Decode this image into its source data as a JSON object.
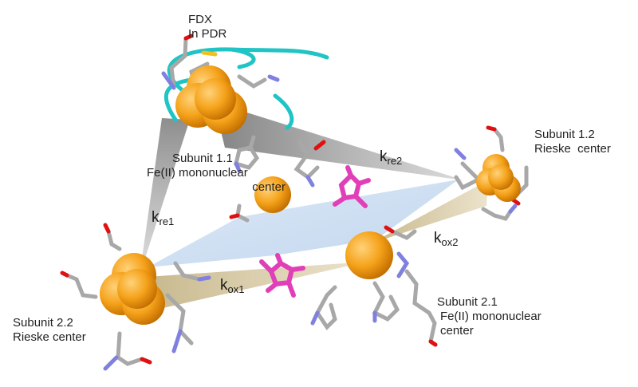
{
  "colors": {
    "iron_sphere": "#f5a21a",
    "iron_sphere_dark": "#d97f05",
    "protein_ribbon": "#20c4c4",
    "substrate": "#e03fb8",
    "electron_path_grey": "#8a8a8a",
    "electron_path_tan": "#c9b98a",
    "subunit_plane": "#c7dcf2",
    "carbon_stick": "#a8a8a8",
    "nitrogen_stick": "#8080e0",
    "oxygen_stick": "#e01010",
    "sulfur_stick": "#f0c020"
  },
  "labels": {
    "fdx": [
      "FDX",
      "In PDR"
    ],
    "subunit_1_1": [
      "Subunit 1.1",
      "Fe(II) mononuclear",
      "center"
    ],
    "subunit_1_2": [
      "Subunit 1.2",
      "Rieske  center"
    ],
    "subunit_2_1": [
      "Subunit 2.1",
      "Fe(II) mononuclear",
      "center"
    ],
    "subunit_2_2": [
      "Subunit 2.2",
      "Rieske center"
    ]
  },
  "rates": {
    "kre1": {
      "main": "k",
      "sub": "re1"
    },
    "kre2": {
      "main": "k",
      "sub": "re2"
    },
    "kox1": {
      "main": "k",
      "sub": "ox1"
    },
    "kox2": {
      "main": "k",
      "sub": "ox2"
    }
  }
}
